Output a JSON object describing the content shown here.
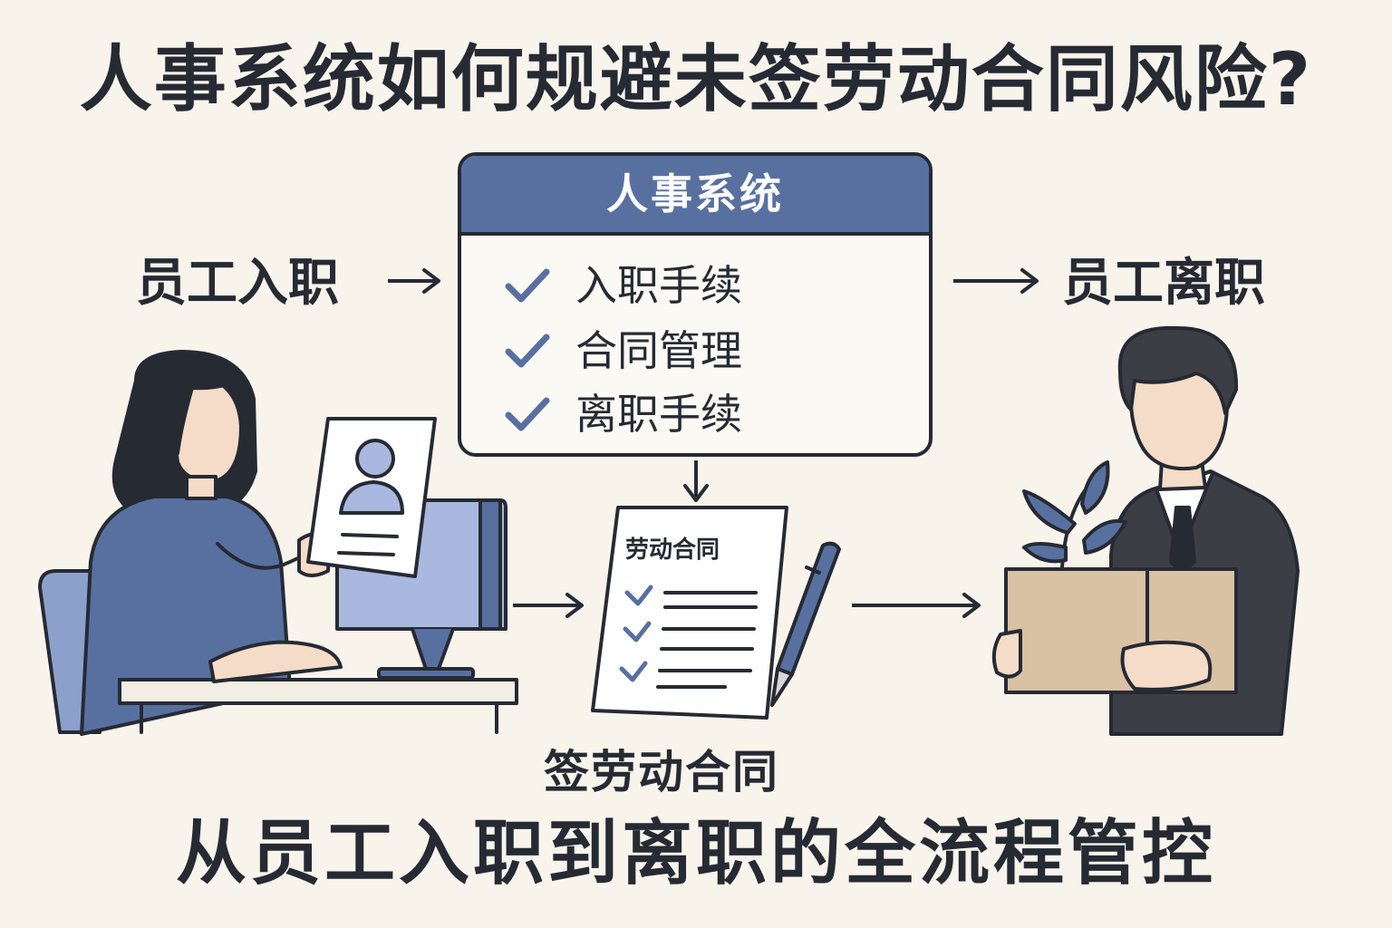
{
  "title": "人事系统如何规避未签劳动合同风险?",
  "subtitle": "从员工入职到离职的全流程管控",
  "flow": {
    "onboard_label": "员工入职",
    "offboard_label": "员工离职",
    "sign_label": "签劳动合同"
  },
  "hr_system": {
    "header": "人事系统",
    "items": [
      {
        "label": "入职手续",
        "checked": true
      },
      {
        "label": "合同管理",
        "checked": true
      },
      {
        "label": "离职手续",
        "checked": true
      }
    ]
  },
  "contract": {
    "title": "劳动合同",
    "lines_checked": 3
  },
  "colors": {
    "background": "#f8f4ec",
    "ink": "#262a33",
    "accent_blue": "#5870a0",
    "light_blue": "#a9b8de",
    "box_tan": "#d9c1a4",
    "suit": "#3b3e45"
  }
}
